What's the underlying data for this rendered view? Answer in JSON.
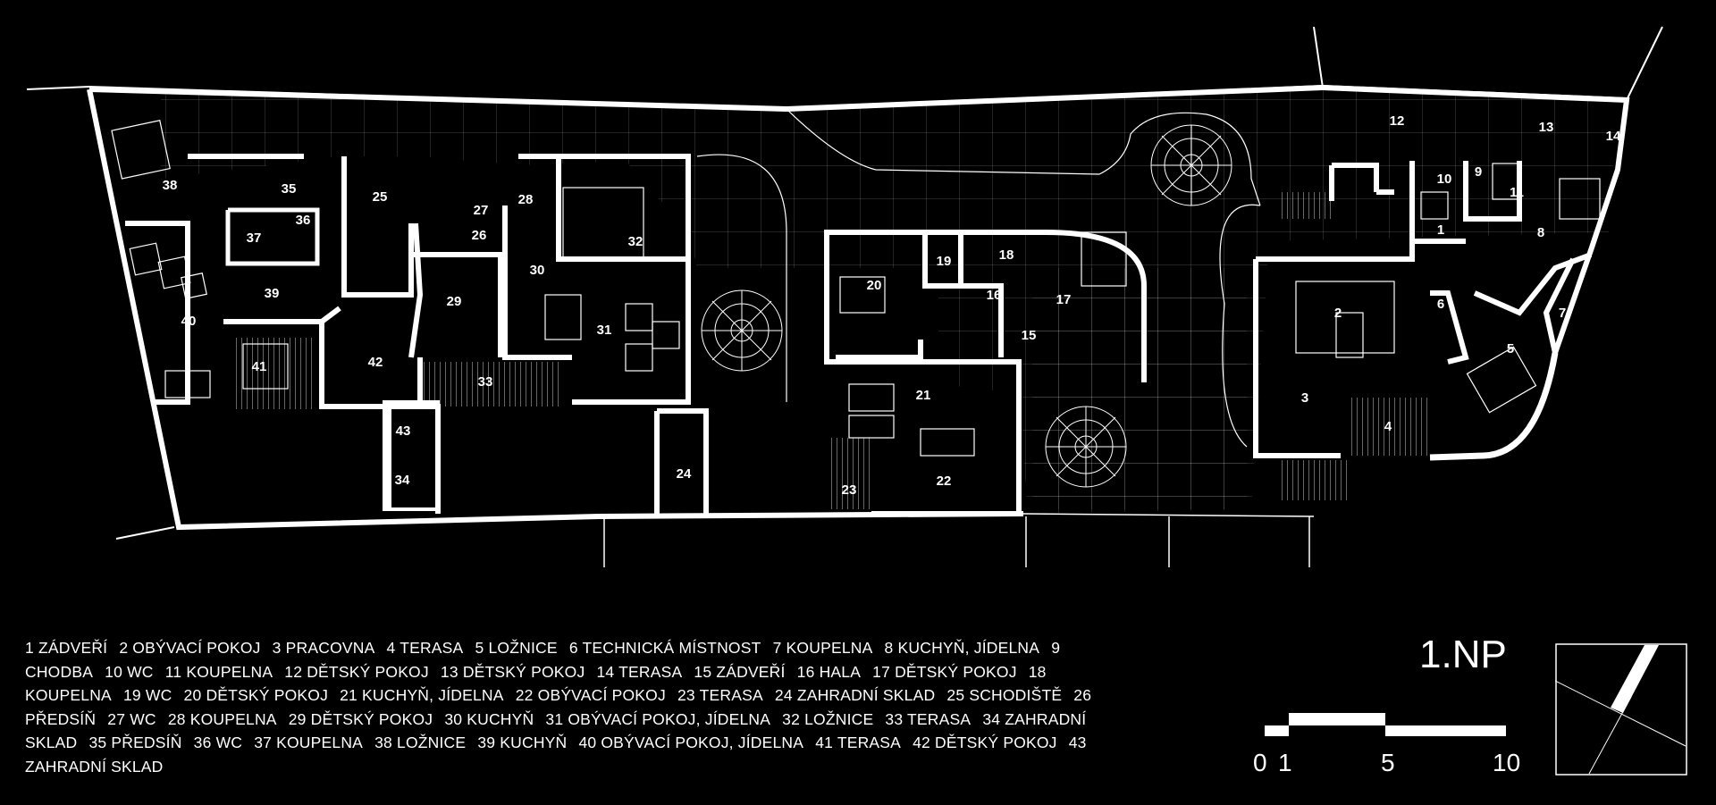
{
  "floor_label": "1.NP",
  "legend": [
    "1 ZÁDVEŘÍ",
    "2 OBÝVACÍ POKOJ",
    "3 PRACOVNA",
    "4 TERASA",
    "5 LOŽNICE",
    "6 TECHNICKÁ MÍSTNOST",
    "7 KOUPELNA",
    "8 KUCHYŇ, JÍDELNA",
    "9 CHODBA",
    "10 WC",
    "11 KOUPELNA",
    "12 DĚTSKÝ POKOJ",
    "13 DĚTSKÝ POKOJ",
    "14 TERASA",
    "15 ZÁDVEŘÍ",
    "16 HALA",
    "17 DĚTSKÝ POKOJ",
    "18 KOUPELNA",
    "19 WC",
    "20 DĚTSKÝ POKOJ",
    "21 KUCHYŇ, JÍDELNA",
    "22 OBÝVACÍ POKOJ",
    "23 TERASA",
    "24 ZAHRADNÍ SKLAD",
    "25 SCHODIŠTĚ",
    "26 PŘEDSÍŇ",
    "27 WC",
    "28 KOUPELNA",
    "29 DĚTSKÝ POKOJ",
    "30 KUCHYŇ",
    "31 OBÝVACÍ POKOJ, JÍDELNA",
    "32 LOŽNICE",
    "33 TERASA",
    "34 ZAHRADNÍ SKLAD",
    "35 PŘEDSÍŇ",
    "36 WC",
    "37 KOUPELNA",
    "38 LOŽNICE",
    "39 KUCHYŇ",
    "40 OBÝVACÍ POKOJ, JÍDELNA",
    "41 TERASA",
    "42 DĚTSKÝ POKOJ",
    "43 ZAHRADNÍ SKLAD"
  ],
  "room_numbers": [
    "1",
    "2",
    "3",
    "4",
    "5",
    "6",
    "7",
    "8",
    "9",
    "10",
    "11",
    "12",
    "13",
    "14",
    "15",
    "16",
    "17",
    "18",
    "19",
    "20",
    "21",
    "22",
    "23",
    "24",
    "25",
    "26",
    "27",
    "28",
    "29",
    "30",
    "31",
    "32",
    "33",
    "34",
    "35",
    "36",
    "37",
    "38",
    "39",
    "40",
    "41",
    "42",
    "43"
  ],
  "scale": {
    "labels": [
      "0",
      "1",
      "5",
      "10"
    ]
  },
  "colors": {
    "background": "#000000",
    "lines": "#ffffff"
  }
}
